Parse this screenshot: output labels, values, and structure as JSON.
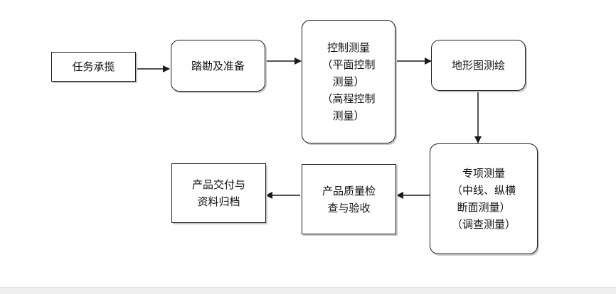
{
  "diagram": {
    "colors": {
      "stroke": "#1a1a1a",
      "fill": "#ffffff",
      "text": "#111111"
    },
    "nodes": {
      "task": {
        "lines": [
          "任务承揽"
        ]
      },
      "survey": {
        "lines": [
          "踏勘及准备"
        ]
      },
      "control": {
        "lines": [
          "控制测量",
          "（平面控制",
          "测量）",
          "（高程控制",
          "测量）"
        ]
      },
      "topo": {
        "lines": [
          "地形图测绘"
        ]
      },
      "special": {
        "lines": [
          "专项测量",
          "（中线、纵横",
          "断面测量）",
          "（调查测量）"
        ]
      },
      "qc": {
        "lines": [
          "产品质量检",
          "查与验收"
        ]
      },
      "delivery": {
        "lines": [
          "产品交付与",
          "资料归档"
        ]
      }
    },
    "edges": [
      {
        "from": "task",
        "to": "survey"
      },
      {
        "from": "survey",
        "to": "control"
      },
      {
        "from": "control",
        "to": "topo"
      },
      {
        "from": "topo",
        "to": "special"
      },
      {
        "from": "special",
        "to": "qc"
      },
      {
        "from": "qc",
        "to": "delivery"
      }
    ]
  }
}
